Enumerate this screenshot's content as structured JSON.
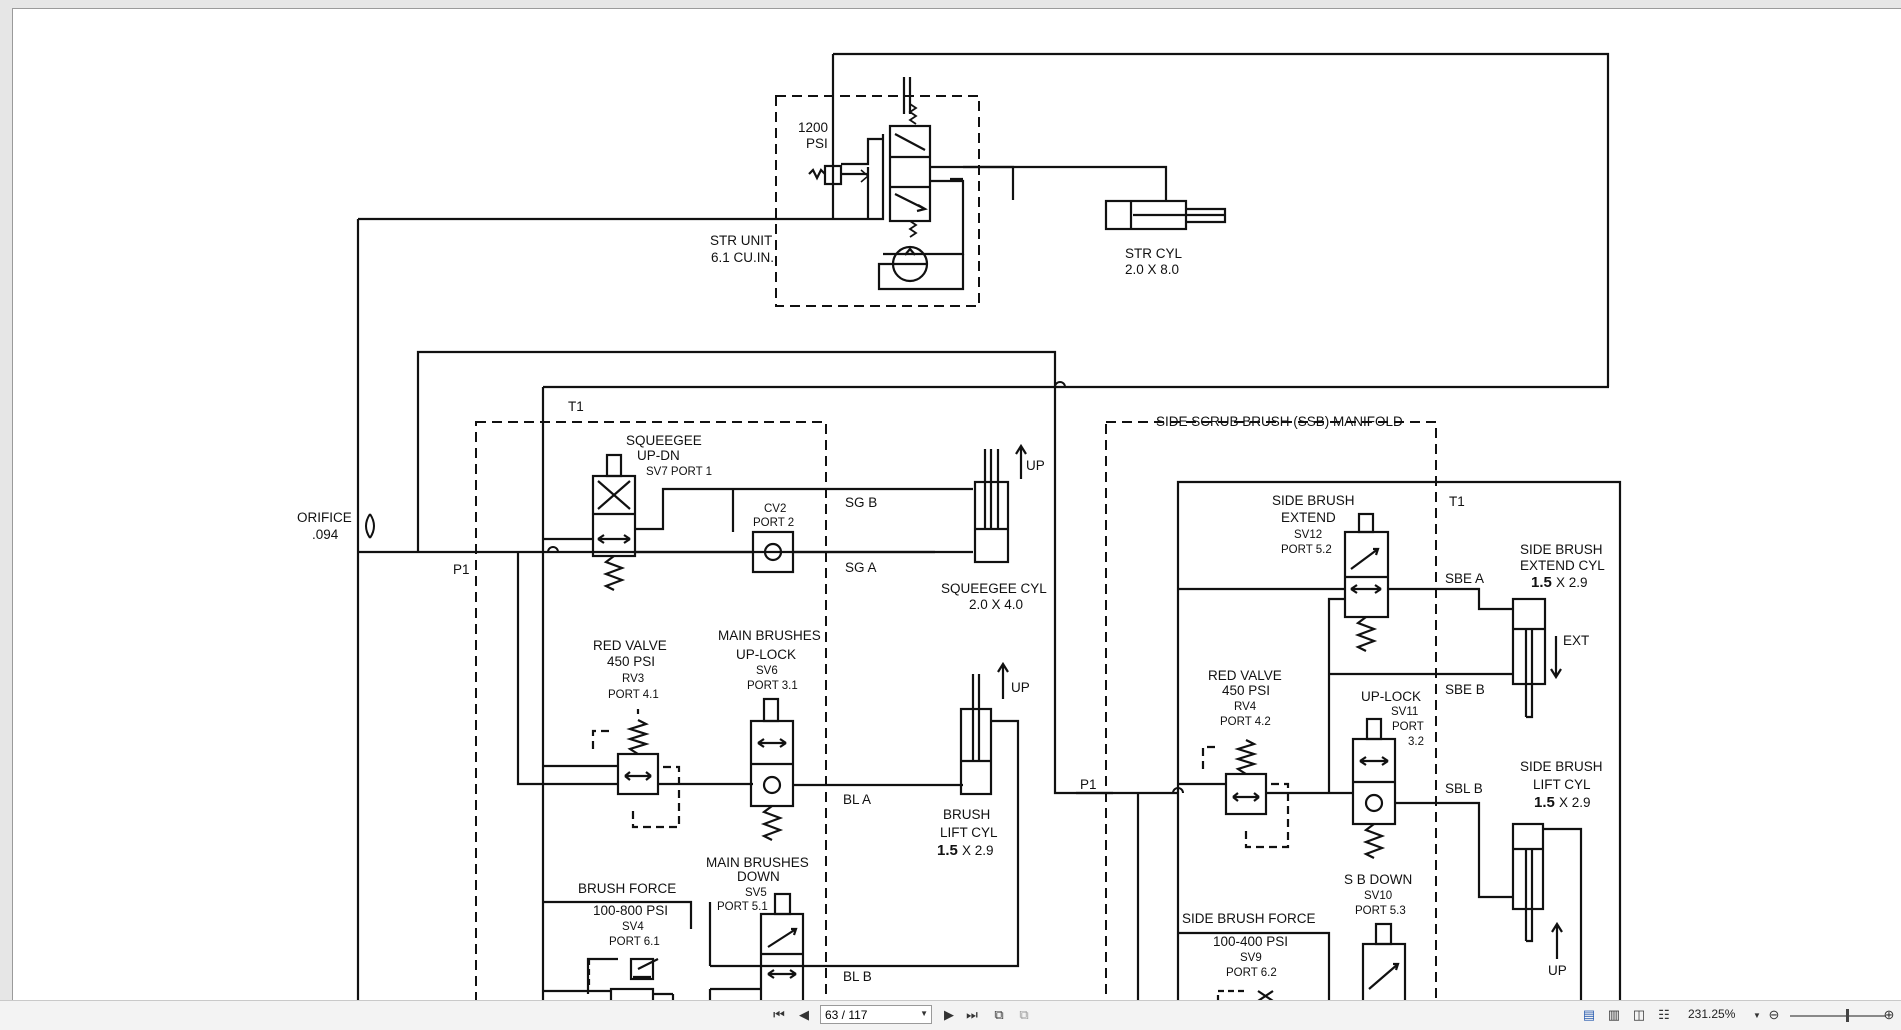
{
  "diagram": {
    "str_unit": {
      "psi_value": "1200",
      "psi_unit": "PSI",
      "name": "STR UNIT",
      "displacement": "6.1 CU.IN."
    },
    "str_cyl": {
      "name": "STR CYL",
      "size": "2.0 X 8.0"
    },
    "orifice": {
      "name": "ORIFICE",
      "size": ".094"
    },
    "left_manifold": {
      "t1": "T1",
      "p1": "P1",
      "sv7": {
        "l1": "SQUEEGEE",
        "l2": "UP-DN",
        "l3": "SV7 PORT 1"
      },
      "cv2": {
        "l1": "CV2",
        "l2": "PORT 2"
      },
      "sg_b": "SG B",
      "sg_a": "SG A",
      "squeegee_cyl": {
        "l1": "SQUEEGEE CYL",
        "l2": "2.0 X 4.0",
        "up": "UP"
      },
      "rv3": {
        "l1": "RED VALVE",
        "l2": "450 PSI",
        "l3": "RV3",
        "l4": "PORT 4.1"
      },
      "sv6": {
        "l1": "MAIN BRUSHES",
        "l2": "UP-LOCK",
        "l3": "SV6",
        "l4": "PORT 3.1"
      },
      "bl_a": "BL A",
      "bl_b": "BL B",
      "brush_lift_cyl": {
        "l1": "BRUSH",
        "l2": "LIFT CYL",
        "l3a": "1.5",
        "l3b": "X 2.9",
        "up": "UP"
      },
      "sv4": {
        "l1": "BRUSH FORCE",
        "l2": "100-800 PSI",
        "l3": "SV4",
        "l4": "PORT 6.1"
      },
      "sv5": {
        "l1": "MAIN BRUSHES",
        "l2": "DOWN",
        "l3": "SV5",
        "l4": "PORT 5.1"
      }
    },
    "ssb_manifold": {
      "title": "SIDE SCRUB BRUSH (SSB) MANIFOLD",
      "t1": "T1",
      "p1": "P1",
      "sv12": {
        "l1": "SIDE BRUSH",
        "l2": "EXTEND",
        "l3": "SV12",
        "l4": "PORT 5.2"
      },
      "sbe_a": "SBE A",
      "sbe_b": "SBE B",
      "sbl_b": "SBL B",
      "extend_cyl": {
        "l1": "SIDE BRUSH",
        "l2": "EXTEND CYL",
        "l3a": "1.5",
        "l3b": "X 2.9",
        "ext": "EXT"
      },
      "rv4": {
        "l1": "RED VALVE",
        "l2": "450 PSI",
        "l3": "RV4",
        "l4": "PORT 4.2"
      },
      "sv11": {
        "l1": "UP-LOCK",
        "l2": "SV11",
        "l3": "PORT",
        "l4": "3.2"
      },
      "lift_cyl": {
        "l1": "SIDE BRUSH",
        "l2": "LIFT CYL",
        "l3a": "1.5",
        "l3b": "X 2.9",
        "up": "UP"
      },
      "sv10": {
        "l1": "S B DOWN",
        "l2": "SV10",
        "l3": "PORT 5.3"
      },
      "sv9": {
        "l1": "SIDE BRUSH FORCE",
        "l2": "100-400 PSI",
        "l3": "SV9",
        "l4": "PORT 6.2"
      }
    }
  },
  "toolbar": {
    "page_field": "63 / 117",
    "zoom": "231.25%",
    "icons": [
      "first-page-icon",
      "prev-page-icon",
      "next-page-icon",
      "last-page-icon",
      "rotate-icon",
      "fit-icon",
      "single-page-icon",
      "continuous-icon",
      "two-page-icon",
      "facing-icon",
      "zoom-out-icon",
      "zoom-in-icon"
    ]
  }
}
